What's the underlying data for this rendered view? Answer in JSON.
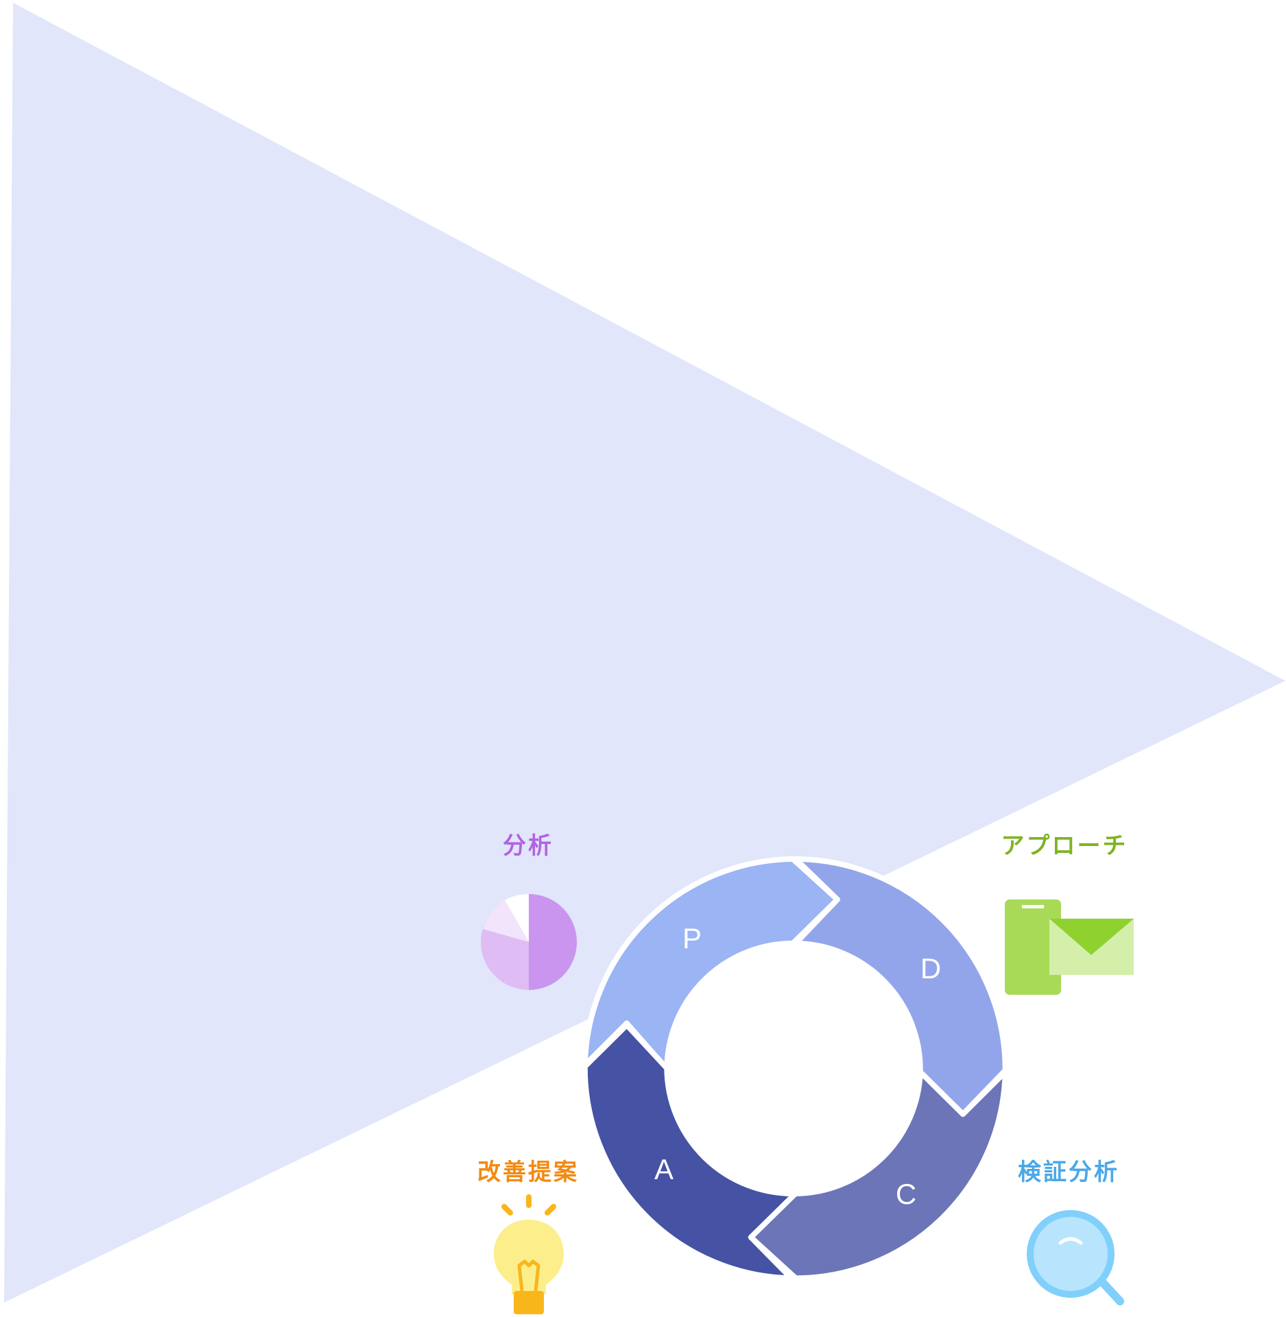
{
  "cycle": {
    "segments": [
      {
        "letter": "P",
        "color": "#9ab4f4"
      },
      {
        "letter": "D",
        "color": "#93a5ea"
      },
      {
        "letter": "C",
        "color": "#6b75b7"
      },
      {
        "letter": "A",
        "color": "#4652a3"
      }
    ]
  },
  "labels": {
    "plan": {
      "text": "分析",
      "color": "#b163e0"
    },
    "do": {
      "text": "アプローチ",
      "color": "#7fb324"
    },
    "check": {
      "text": "検証分析",
      "color": "#4aa8e8"
    },
    "act": {
      "text": "改善提案",
      "color": "#f28a12"
    }
  },
  "icons": {
    "plan": "pie-chart-icon",
    "do": "phone-mail-icon",
    "check": "magnifier-icon",
    "act": "lightbulb-icon"
  },
  "background": {
    "color": "#e1e6fb"
  }
}
